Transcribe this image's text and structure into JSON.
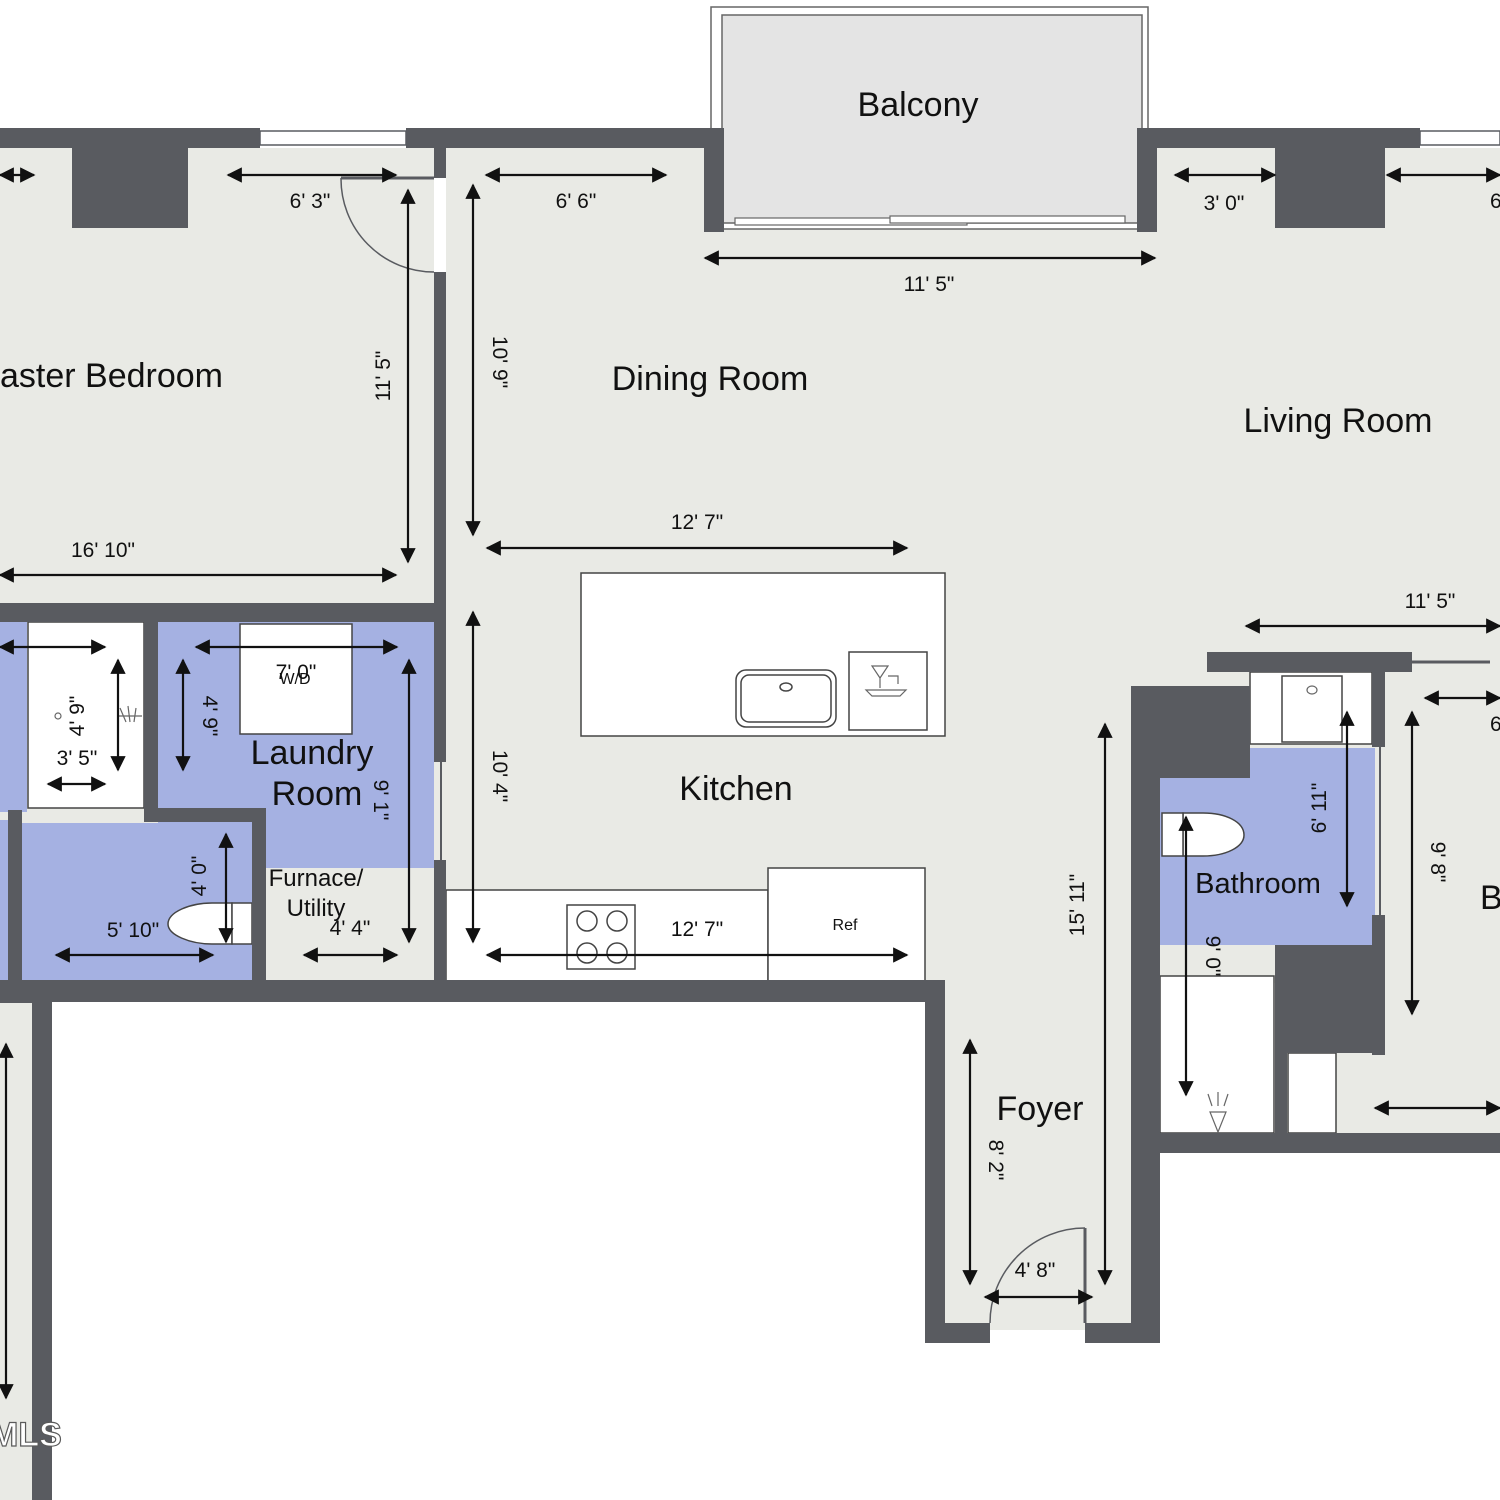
{
  "rooms": {
    "balcony": "Balcony",
    "master_bedroom": "aster Bedroom",
    "dining_room": "Dining Room",
    "living_room": "Living Room",
    "kitchen": "Kitchen",
    "laundry_line1": "Laundry",
    "laundry_line2": "Room",
    "furnace_line1": "Furnace/",
    "furnace_line2": "Utility",
    "bathroom": "Bathroom",
    "bedroom2_partial": "B",
    "foyer": "Foyer"
  },
  "appliances": {
    "washer_dryer": "W/D",
    "refrigerator": "Ref"
  },
  "dimensions": {
    "bedroom_left_top": "",
    "bedroom_top": "6' 3\"",
    "dining_top": "6' 6\"",
    "living_top_left": "3' 0\"",
    "living_top_right": "6",
    "balcony_width": "11' 5\"",
    "bedroom_height": "11' 5\"",
    "dining_height": "10' 9\"",
    "bedroom_width": "16' 10\"",
    "dining_width": "12' 7\"",
    "living_lower_width": "11' 5\"",
    "kitchen_height": "10' 4\"",
    "kitchen_width": "12' 7\"",
    "laundry_width": "7' 0\"",
    "laundry_depth": "4' 9\"",
    "laundry_height": "9' 1\"",
    "closet_width": "3' 5\"",
    "closet_height": "4' 9\"",
    "powder_height": "4' 0\"",
    "powder_width": "5' 10\"",
    "furnace_width": "4' 4\"",
    "foyer_hall_height": "15' 11\"",
    "bath_upper_height": "6' 11\"",
    "bath_lower_height": "9' 0\"",
    "bedroom2_height": "9' 8\"",
    "bedroom2_width_partial": "6",
    "foyer_height": "8' 2\"",
    "entry_width": "4' 8\""
  },
  "watermark": "MLS",
  "colors": {
    "floor": "#e9eae5",
    "wall": "#595b60",
    "wet_room": "#a5b1e2",
    "fixture": "#ffffff",
    "balcony": "#e4e4e4",
    "dimension_line": "#111111"
  }
}
